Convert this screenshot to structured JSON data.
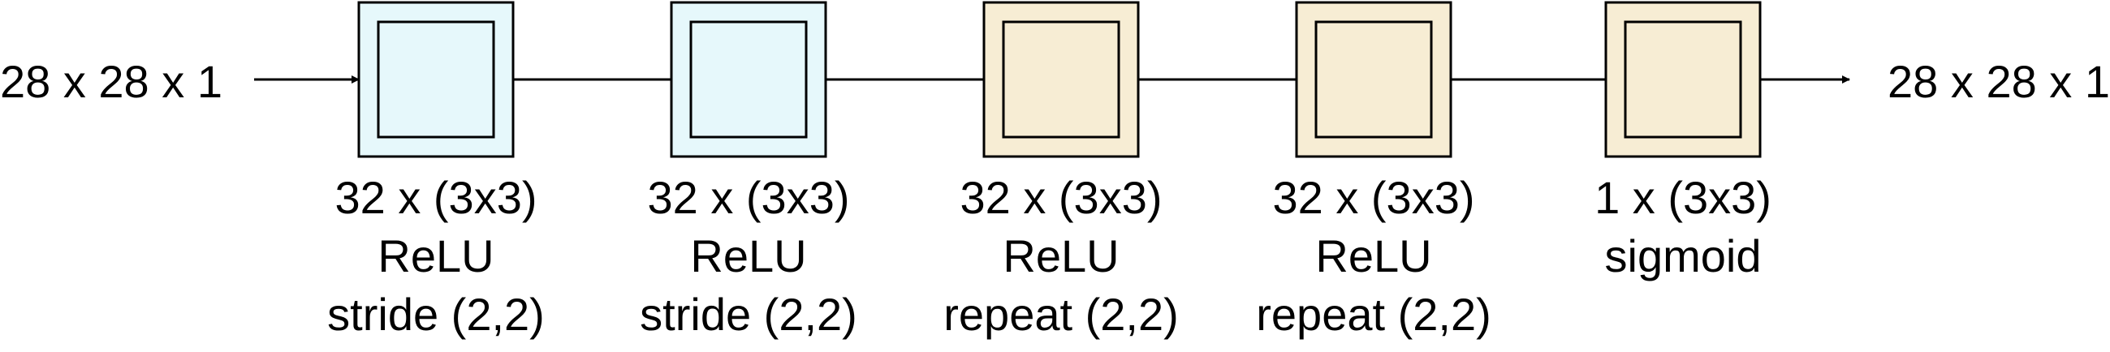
{
  "input_label": "28 x 28 x 1",
  "output_label": "28 x 28 x 1",
  "colors": {
    "encoder_fill": "#e6f8fb",
    "decoder_fill": "#f7edd4",
    "stroke": "#000000"
  },
  "blocks": [
    {
      "kind": "encoder",
      "lines": [
        "32 x (3x3)",
        "ReLU",
        "stride (2,2)"
      ]
    },
    {
      "kind": "encoder",
      "lines": [
        "32 x (3x3)",
        "ReLU",
        "stride (2,2)"
      ]
    },
    {
      "kind": "decoder",
      "lines": [
        "32 x (3x3)",
        "ReLU",
        "repeat (2,2)"
      ]
    },
    {
      "kind": "decoder",
      "lines": [
        "32 x (3x3)",
        "ReLU",
        "repeat (2,2)"
      ]
    },
    {
      "kind": "decoder",
      "lines": [
        "1 x (3x3)",
        "sigmoid"
      ]
    }
  ]
}
